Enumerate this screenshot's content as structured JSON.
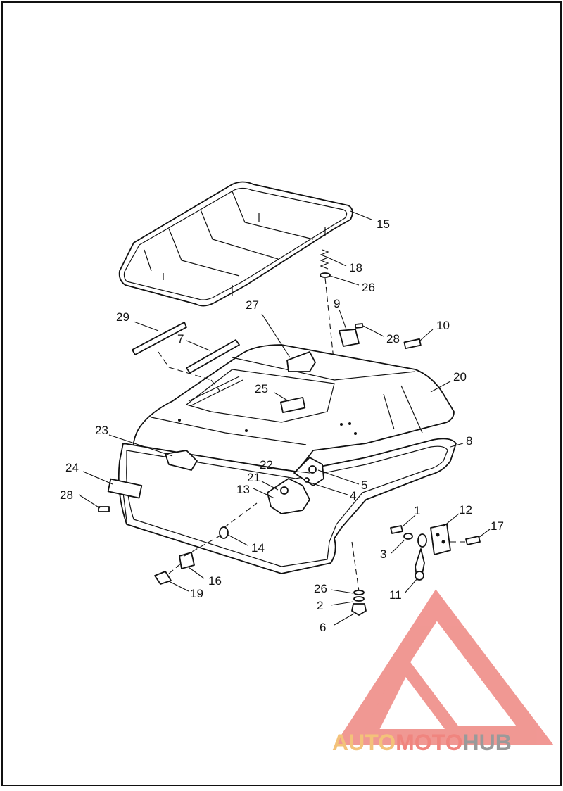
{
  "diagram": {
    "callouts": {
      "c15": "15",
      "c18": "18",
      "c26a": "26",
      "c27": "27",
      "c9": "9",
      "c28a": "28",
      "c10": "10",
      "c29": "29",
      "c7": "7",
      "c20": "20",
      "c25": "25",
      "c23": "23",
      "c8": "8",
      "c22": "22",
      "c24": "24",
      "c21": "21",
      "c5": "5",
      "c13": "13",
      "c4": "4",
      "c28b": "28",
      "c1": "1",
      "c12": "12",
      "c17": "17",
      "c14": "14",
      "c3": "3",
      "c16": "16",
      "c26b": "26",
      "c11": "11",
      "c19": "19",
      "c2": "2",
      "c6": "6"
    }
  },
  "watermark": {
    "part1": "AUTO",
    "part2": "MOTO",
    "part3": "HUB",
    "color_auto": "#f3c27a",
    "color_moto": "#f0857f",
    "color_hub": "#9a9a9a",
    "logo_color": "#ef8d88"
  }
}
